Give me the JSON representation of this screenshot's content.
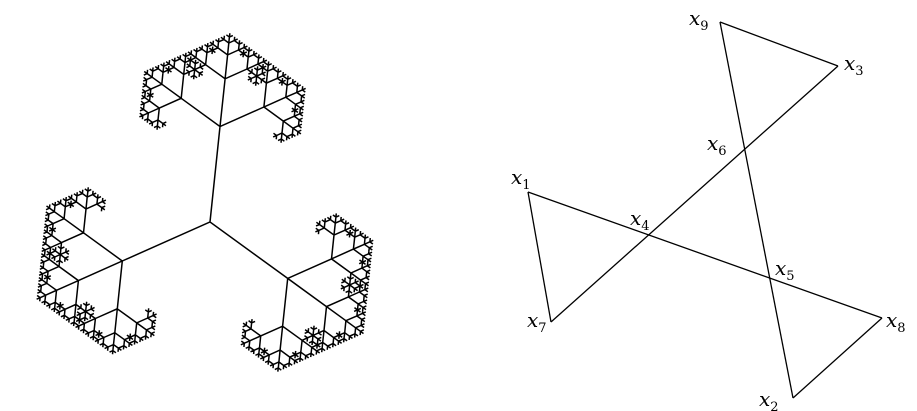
{
  "figure": {
    "fractal": {
      "kind": "ternary branching fractal",
      "arms": 3,
      "depth": 6,
      "ratio": 0.5,
      "color": "#000000"
    },
    "points": [
      {
        "id": "x1",
        "symbol": "x",
        "index": "1"
      },
      {
        "id": "x2",
        "symbol": "x",
        "index": "2"
      },
      {
        "id": "x3",
        "symbol": "x",
        "index": "3"
      },
      {
        "id": "x4",
        "symbol": "x",
        "index": "4"
      },
      {
        "id": "x5",
        "symbol": "x",
        "index": "5"
      },
      {
        "id": "x6",
        "symbol": "x",
        "index": "6"
      },
      {
        "id": "x7",
        "symbol": "x",
        "index": "7"
      },
      {
        "id": "x8",
        "symbol": "x",
        "index": "8"
      },
      {
        "id": "x9",
        "symbol": "x",
        "index": "9"
      }
    ],
    "edges": [
      [
        "x1",
        "x8"
      ],
      [
        "x8",
        "x2"
      ],
      [
        "x2",
        "x9"
      ],
      [
        "x9",
        "x3"
      ],
      [
        "x3",
        "x7"
      ],
      [
        "x7",
        "x1"
      ]
    ]
  }
}
